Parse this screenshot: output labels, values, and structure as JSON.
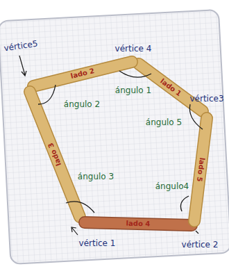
{
  "diagram": {
    "labels": [
      "vértice 4",
      "vértice5",
      "vértice3",
      "vértice 2",
      "vértice 1",
      "ángulo 1",
      "ángulo 2",
      "ángulo 3",
      "ángulo4",
      "ángulo 5",
      "lado 1",
      "lado 2",
      "lado 3",
      "lado 4",
      "lado 5"
    ]
  }
}
